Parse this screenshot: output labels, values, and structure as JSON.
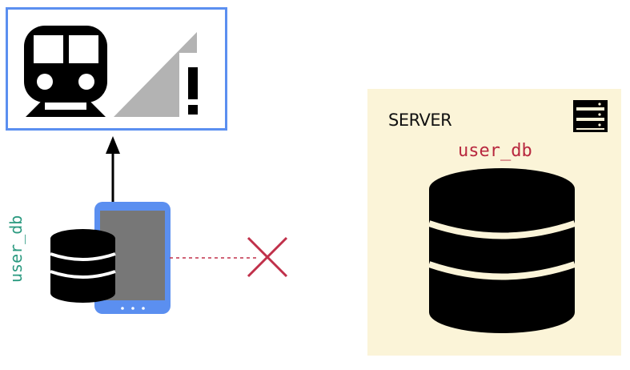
{
  "server": {
    "label": "SERVER",
    "db_label": "user_db"
  },
  "client": {
    "db_label": "user_db"
  },
  "colors": {
    "box_border": "#5b8ff0",
    "server_bg": "#fbf4d8",
    "server_db_label": "#b8283f",
    "client_db_label": "#2b9a80",
    "disconnect": "#c0304a",
    "phone_frame": "#5b8ff0",
    "phone_screen": "#777777",
    "signal_gray": "#b3b3b3"
  },
  "icons": [
    "train-icon",
    "no-signal-icon",
    "smartphone-icon",
    "database-icon",
    "server-rack-icon",
    "disconnect-x-icon"
  ]
}
